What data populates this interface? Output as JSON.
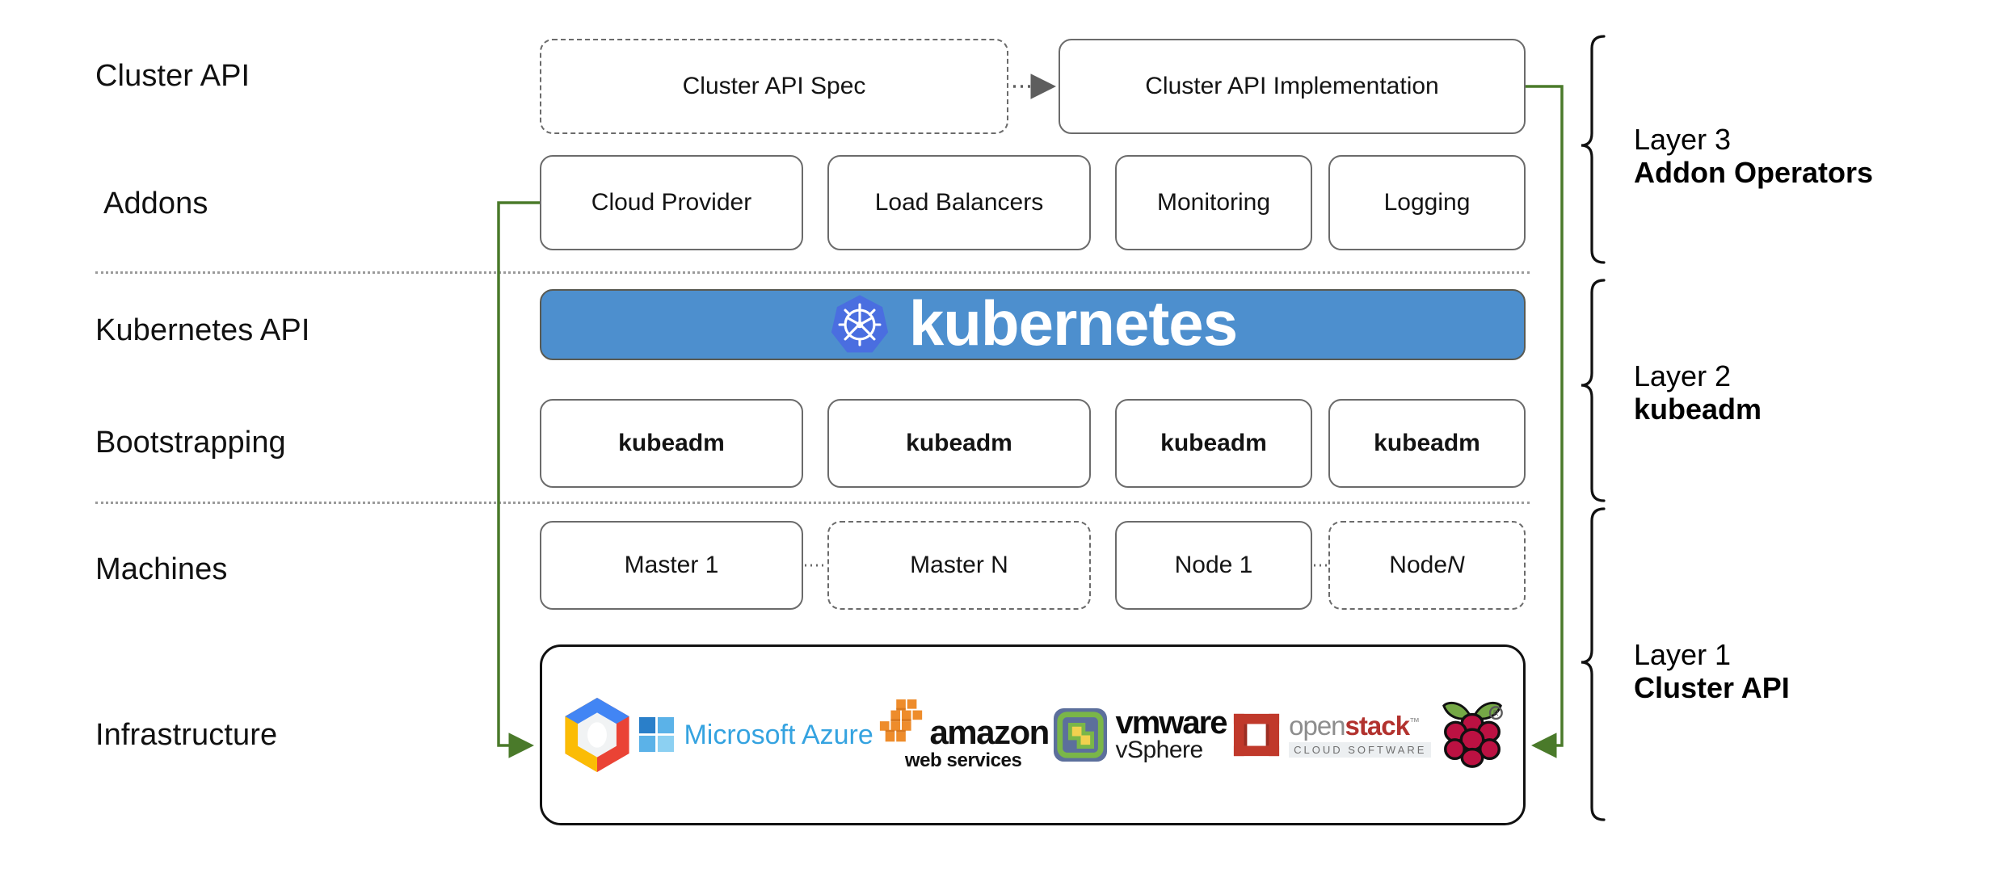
{
  "diagram": {
    "title": "Kubernetes Cluster API layered architecture",
    "accent_green": "#4a7a2a",
    "banner_blue": "#4d8fce",
    "logo_blue": "#4a6ee0"
  },
  "row_labels": [
    {
      "text": "Cluster API"
    },
    {
      "text": "Addons"
    },
    {
      "text": "Kubernetes API"
    },
    {
      "text": "Bootstrapping"
    },
    {
      "text": "Machines"
    },
    {
      "text": "Infrastructure"
    }
  ],
  "cluster_api_row": {
    "spec_box": {
      "label": "Cluster API Spec",
      "style": "dashed"
    },
    "impl_box": {
      "label": "Cluster API Implementation",
      "style": "solid"
    },
    "arrow": {
      "kind": "dotted-arrow",
      "direction": "right"
    }
  },
  "addons_row": {
    "boxes": [
      {
        "label": "Cloud Provider"
      },
      {
        "label": "Load Balancers"
      },
      {
        "label": "Monitoring"
      },
      {
        "label": "Logging"
      }
    ]
  },
  "kubernetes_row": {
    "wordmark": "kubernetes",
    "logo_name": "kubernetes-helm-icon"
  },
  "bootstrapping_row": {
    "boxes": [
      {
        "label": "kubeadm"
      },
      {
        "label": "kubeadm"
      },
      {
        "label": "kubeadm"
      },
      {
        "label": "kubeadm"
      }
    ]
  },
  "machines_row": {
    "boxes": [
      {
        "label": "Master 1",
        "style": "solid",
        "italic_suffix": ""
      },
      {
        "label": "Master N",
        "style": "dashed",
        "italic_suffix": ""
      },
      {
        "label": "Node 1",
        "style": "solid",
        "italic_suffix": ""
      },
      {
        "label": "Node ",
        "style": "dashed",
        "italic_suffix": "N"
      }
    ],
    "connectors": "dotted"
  },
  "infrastructure_row": {
    "logos": [
      {
        "name": "google-cloud-platform-logo",
        "text": ""
      },
      {
        "name": "microsoft-azure-logo",
        "text": "Microsoft Azure"
      },
      {
        "name": "amazon-web-services-logo",
        "text": "amazon",
        "subtext": "web services"
      },
      {
        "name": "vmware-vsphere-logo",
        "text": "vmware",
        "subtext": "vSphere"
      },
      {
        "name": "openstack-logo",
        "text_open": "open",
        "text_stack": "stack",
        "tm": "™",
        "subtext": "CLOUD SOFTWARE"
      },
      {
        "name": "raspberry-pi-logo",
        "text": ""
      }
    ]
  },
  "layers": [
    {
      "top": "Layer 3",
      "bottom": "Addon Operators"
    },
    {
      "top": "Layer 2",
      "bottom": "kubeadm"
    },
    {
      "top": "Layer 1",
      "bottom": "Cluster API"
    }
  ]
}
